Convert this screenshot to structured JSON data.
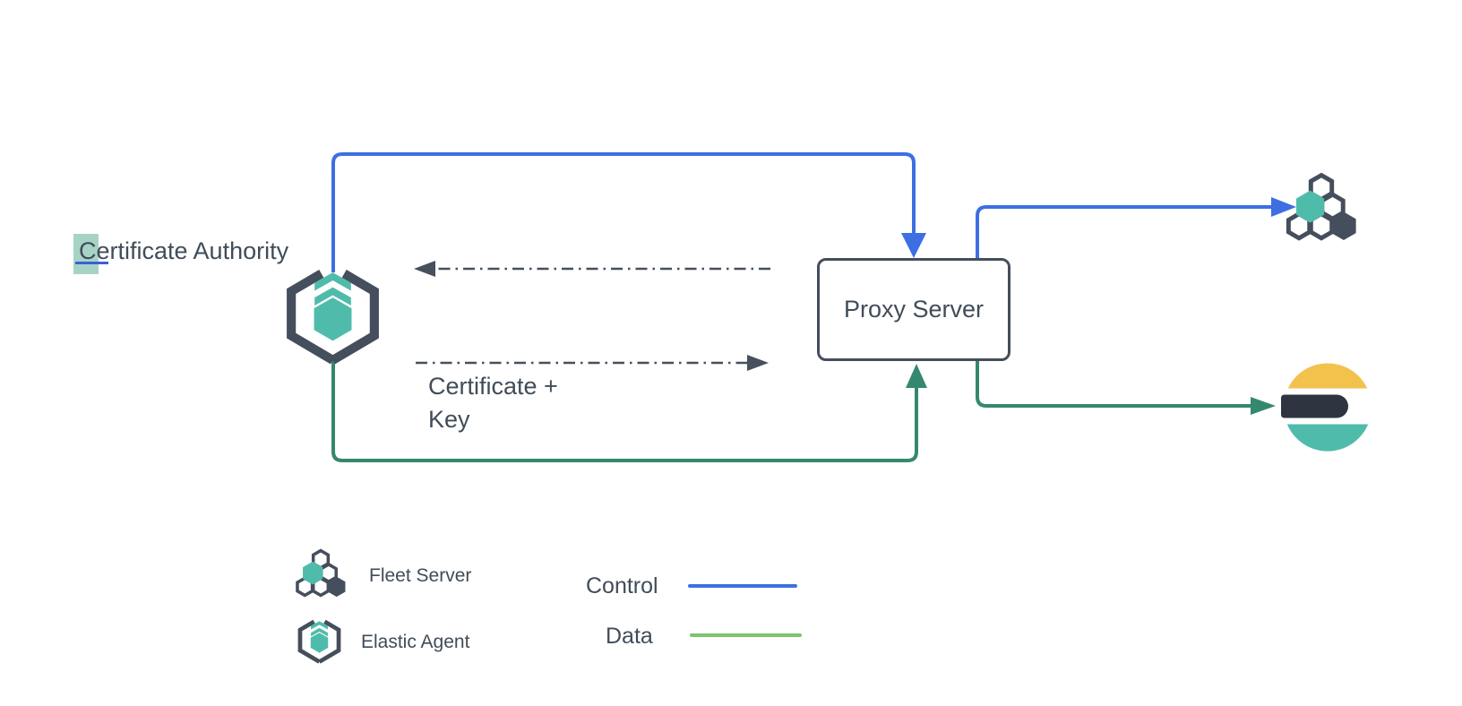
{
  "diagram": {
    "certificate_authority": {
      "highlight_char": "C",
      "label_rest": "ertificate Authority"
    },
    "proxy_server": {
      "label": "Proxy Server"
    },
    "certificate_key_label": {
      "line1": "Certificate +",
      "line2": "Key"
    },
    "icons": {
      "source_node": "elastic-agent",
      "top_right_node": "fleet-server",
      "bottom_right_node": "elasticsearch"
    },
    "colors": {
      "control_blue": "#3d6fe2",
      "data_green": "#35886f",
      "legend_data_green": "#7cc46f",
      "slate": "#454e5c",
      "teal": "#4fbcab",
      "yellow": "#f3c24d",
      "elasticsearch_dark": "#2e3541",
      "text": "#414c59",
      "selection_highlight": "#a7d3c6",
      "caret_underline": "#3b5fd8"
    }
  },
  "legend": {
    "items": [
      {
        "label": "Fleet Server"
      },
      {
        "label": "Elastic Agent"
      }
    ],
    "lines": [
      {
        "label": "Control",
        "color": "#3d6fe2"
      },
      {
        "label": "Data",
        "color": "#7cc46f"
      }
    ]
  }
}
